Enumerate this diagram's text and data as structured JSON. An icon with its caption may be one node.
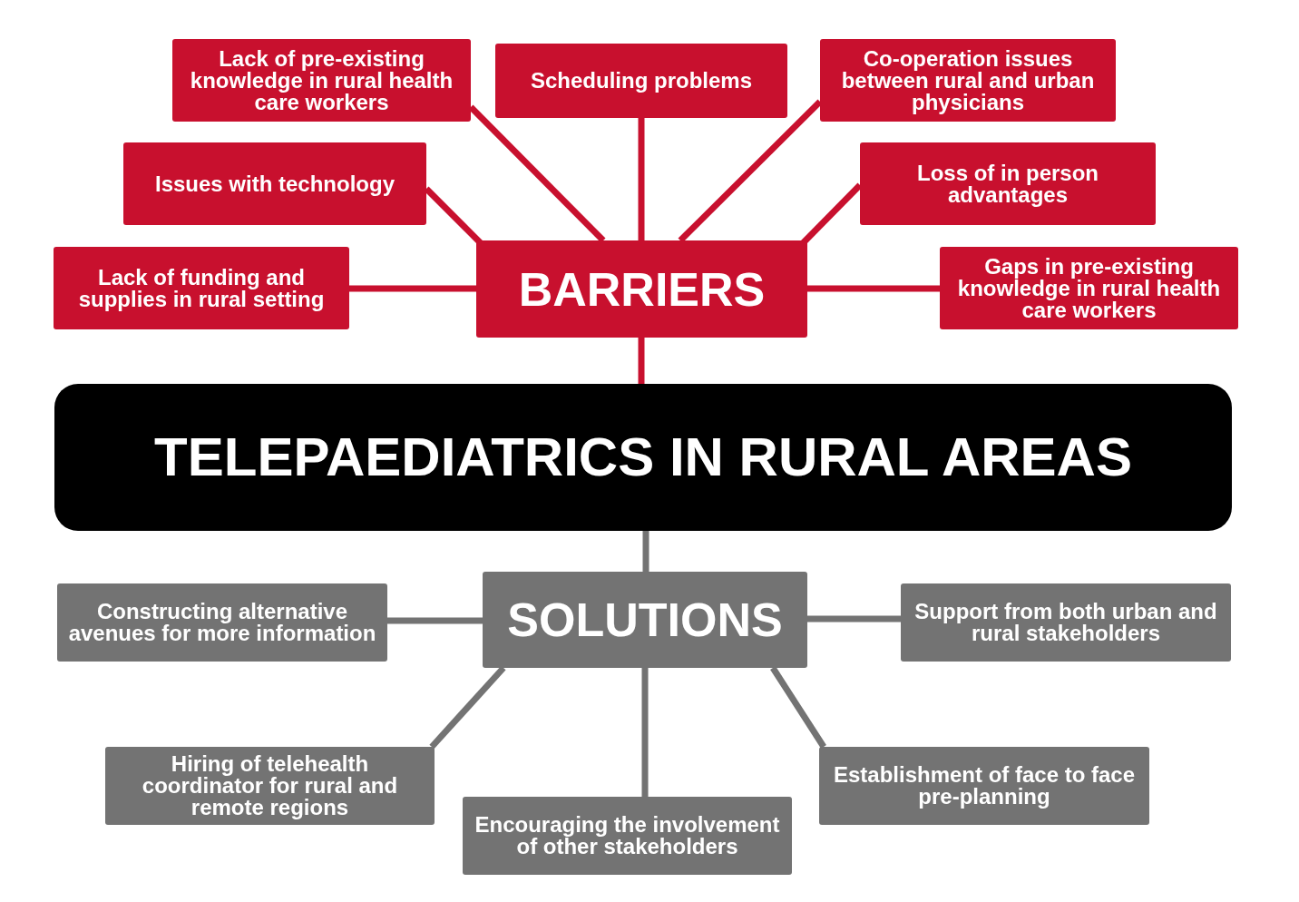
{
  "diagram": {
    "nodes": [
      {
        "text": [
          "TELEPAEDIATRICS IN RURAL AREAS"
        ]
      },
      {
        "text": [
          "BARRIERS"
        ]
      },
      {
        "text": [
          "Lack of pre-existing knowledge in rural health care workers"
        ]
      },
      {
        "text": [
          "Scheduling problems"
        ]
      },
      {
        "text": [
          "Co-operation issues between rural and urban physicians"
        ]
      },
      {
        "text": [
          "Issues with technology"
        ]
      },
      {
        "text": [
          "Loss of in person advantages"
        ]
      },
      {
        "text": [
          "Lack of funding and supplies in rural setting"
        ]
      },
      {
        "text": [
          "Gaps in pre-existing knowledge in rural health care workers"
        ]
      },
      {
        "text": [
          "SOLUTIONS"
        ]
      },
      {
        "text": [
          "Constructing alternative avenues for more information"
        ]
      },
      {
        "text": [
          "Support from both urban and rural stakeholders"
        ]
      },
      {
        "text": [
          "Hiring of telehealth coordinator for rural and remote regions"
        ]
      },
      {
        "text": [
          "Encouraging the involvement of other stakeholders"
        ]
      },
      {
        "text": [
          "Establishment of face to face pre-planning"
        ]
      }
    ],
    "edges": [
      {
        "from": 1,
        "to": 0,
        "arrow": "none"
      },
      {
        "from": 1,
        "to": 2,
        "arrow": "none"
      },
      {
        "from": 1,
        "to": 3,
        "arrow": "none"
      },
      {
        "from": 1,
        "to": 4,
        "arrow": "none"
      },
      {
        "from": 1,
        "to": 5,
        "arrow": "none"
      },
      {
        "from": 1,
        "to": 6,
        "arrow": "none"
      },
      {
        "from": 1,
        "to": 7,
        "arrow": "none"
      },
      {
        "from": 1,
        "to": 8,
        "arrow": "none"
      },
      {
        "from": 0,
        "to": 9,
        "arrow": "none",
        "color": "#737373"
      },
      {
        "from": 9,
        "to": 10,
        "arrow": "none",
        "color": "#737373"
      },
      {
        "from": 9,
        "to": 11,
        "arrow": "none",
        "color": "#737373"
      },
      {
        "from": 9,
        "to": 12,
        "arrow": "none",
        "color": "#737373"
      },
      {
        "from": 9,
        "to": 13,
        "arrow": "none",
        "color": "#737373"
      },
      {
        "from": 9,
        "to": 14,
        "arrow": "none",
        "color": "#737373"
      }
    ]
  }
}
